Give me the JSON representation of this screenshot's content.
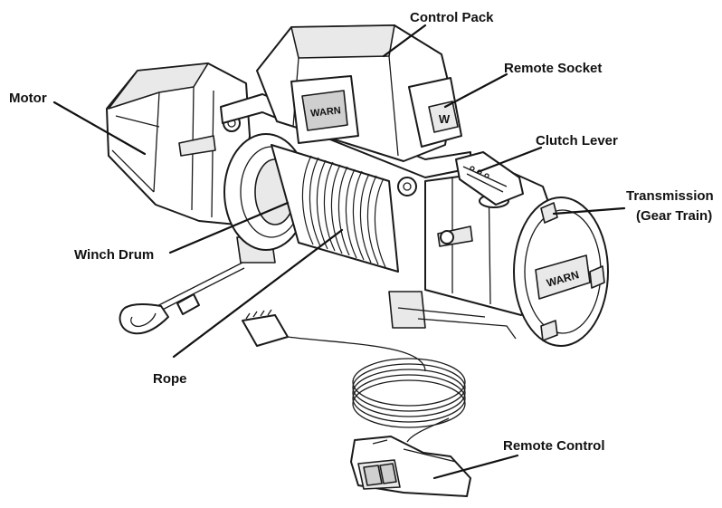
{
  "diagram": {
    "brand_mark": "WARN",
    "labels": {
      "control_pack": "Control Pack",
      "remote_socket": "Remote Socket",
      "motor": "Motor",
      "clutch_lever": "Clutch Lever",
      "transmission_line1": "Transmission",
      "transmission_line2": "(Gear Train)",
      "winch_drum": "Winch Drum",
      "rope": "Rope",
      "remote_control": "Remote Control"
    },
    "colors": {
      "line": "#111111",
      "fill": "#ffffff",
      "shade": "#e9e9e9"
    }
  }
}
